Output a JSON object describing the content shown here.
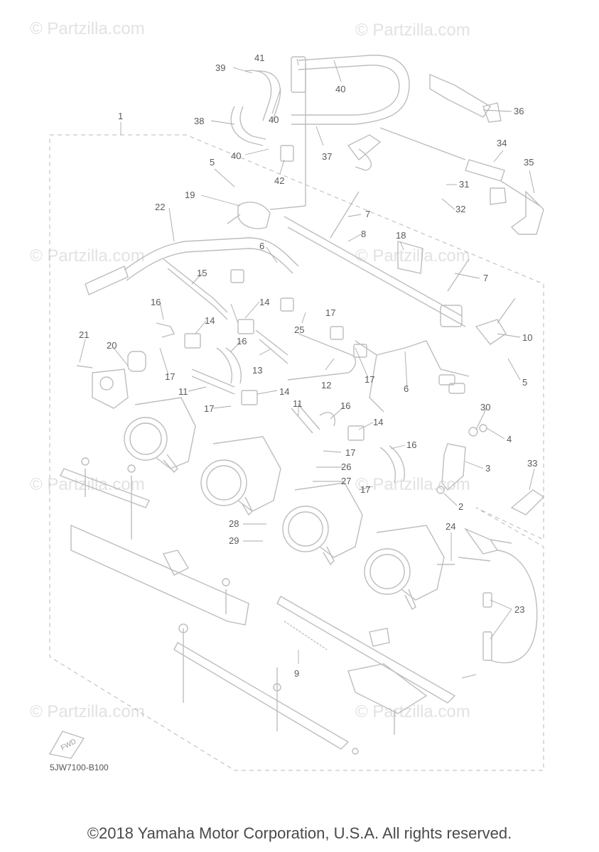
{
  "watermarks": [
    {
      "text": "© Partzilla.com"
    },
    {
      "text": "© Partzilla.com"
    },
    {
      "text": "© Partzilla.com"
    },
    {
      "text": "© Partzilla.com"
    },
    {
      "text": "© Partzilla.com"
    },
    {
      "text": "© Partzilla.com"
    },
    {
      "text": "© Partzilla.com"
    },
    {
      "text": "© Partzilla.com"
    }
  ],
  "callouts": [
    "1",
    "2",
    "3",
    "4",
    "5",
    "5",
    "6",
    "6",
    "7",
    "7",
    "8",
    "9",
    "10",
    "11",
    "11",
    "12",
    "13",
    "14",
    "14",
    "14",
    "14",
    "15",
    "16",
    "16",
    "16",
    "16",
    "17",
    "17",
    "17",
    "17",
    "17",
    "17",
    "18",
    "19",
    "20",
    "21",
    "22",
    "23",
    "24",
    "25",
    "26",
    "27",
    "28",
    "29",
    "30",
    "31",
    "32",
    "33",
    "34",
    "35",
    "36",
    "37",
    "38",
    "39",
    "40",
    "40",
    "40",
    "41",
    "42"
  ],
  "diagram_code": "5JW7100-B100",
  "fwd_label": "FWD",
  "copyright": "©2018 Yamaha Motor Corporation, U.S.A. All rights reserved.",
  "colors": {
    "line": "#bdbdbd",
    "label": "#5a5a5a",
    "watermark": "#e2e2e2"
  }
}
